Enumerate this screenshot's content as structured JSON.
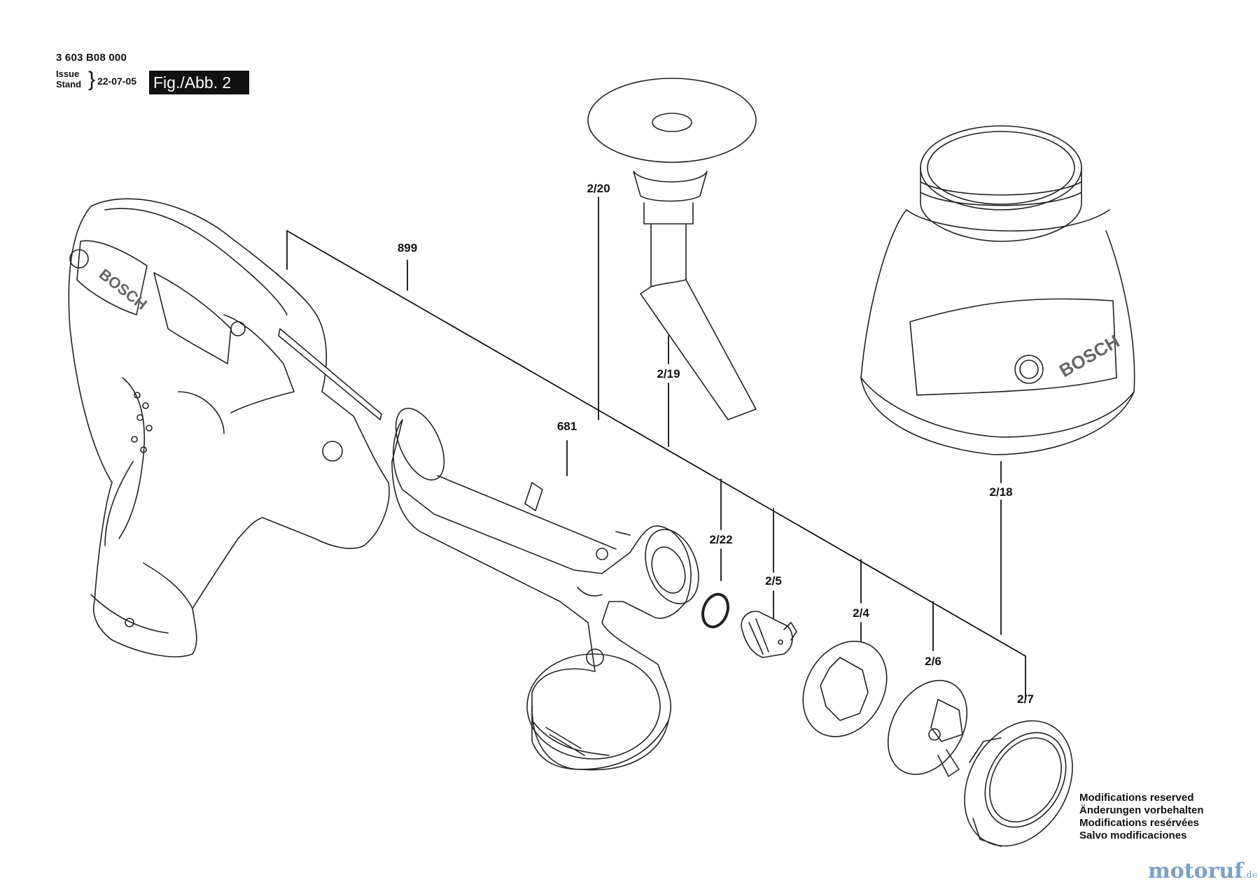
{
  "header": {
    "part_number": "3 603 B08 000",
    "issue_label": "Issue",
    "stand_label": "Stand",
    "issue_date": "22-07-05",
    "figure_label": "Fig./Abb. 2"
  },
  "callouts": {
    "c899": "899",
    "c681": "681",
    "c2_20": "2/20",
    "c2_19": "2/19",
    "c2_22": "2/22",
    "c2_5": "2/5",
    "c2_4": "2/4",
    "c2_6": "2/6",
    "c2_7": "2/7",
    "c2_18": "2/18"
  },
  "logo_text": "BOSCH",
  "notes": [
    "Modifications reserved",
    "Änderungen vorbehalten",
    "Modifications resérvées",
    "Salvo modificaciones"
  ],
  "watermark": {
    "name": "motoruf",
    "tld": ".de"
  }
}
